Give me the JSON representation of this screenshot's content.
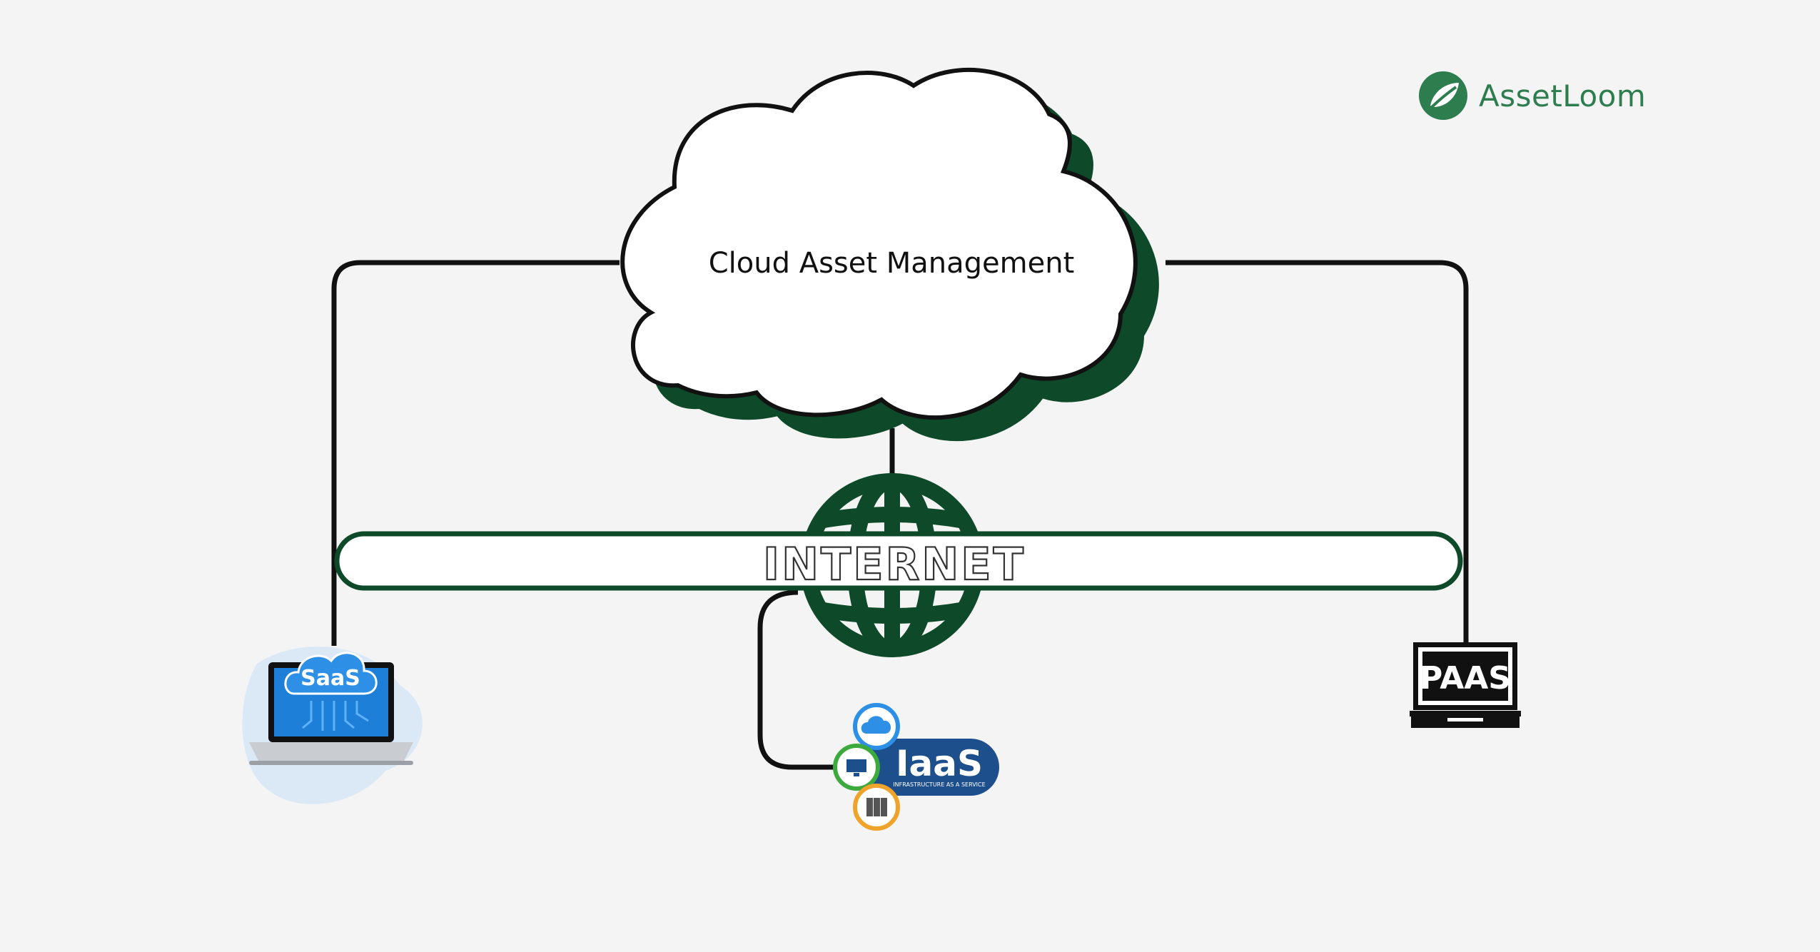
{
  "brand": {
    "name": "AssetLoom",
    "color": "#2e7d4f",
    "icon": "leaf-logo-icon"
  },
  "diagram": {
    "center_label": "Cloud Asset Management",
    "network_label": "INTERNET",
    "nodes": {
      "saas": {
        "label": "SaaS",
        "icon": "laptop-cloud-icon"
      },
      "iaas": {
        "label": "IaaS",
        "sublabel": "INFRASTRUCTURE AS A SERVICE",
        "icon": "iaas-badge-icon"
      },
      "paas": {
        "label": "PAAS",
        "icon": "laptop-icon"
      }
    },
    "colors": {
      "dark_green": "#0e4a2a",
      "line": "#111111",
      "saas_blue": "#1e7fd8",
      "iaas_blue": "#1d4f8c",
      "background": "#f4f4f4"
    }
  }
}
